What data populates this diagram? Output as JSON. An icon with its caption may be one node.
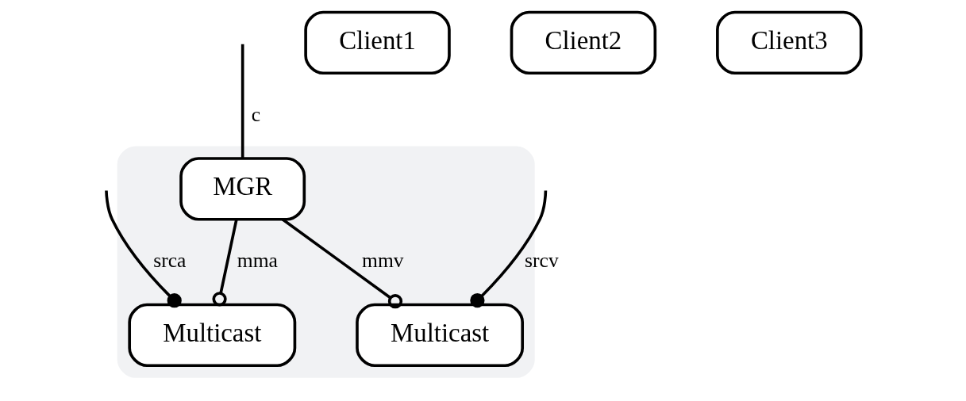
{
  "diagram": {
    "nodes": [
      {
        "text": [],
        "shape": "box"
      },
      {
        "text": [
          "MGR"
        ],
        "in": 0
      },
      {
        "text": [
          "Multicast"
        ],
        "in": 0
      },
      {
        "text": [
          "Multicast"
        ],
        "in": 0
      },
      {
        "text": [
          "Client1"
        ]
      },
      {
        "text": [
          "Client2"
        ]
      },
      {
        "text": [
          "Client3"
        ]
      }
    ],
    "edges": [
      {
        "from": null,
        "to": 1,
        "arrow": "none",
        "label": "c"
      },
      {
        "from": 1,
        "to": 2,
        "arrow": "other",
        "label": "mma"
      },
      {
        "from": null,
        "to": 2,
        "arrow": "other",
        "label": "srca"
      },
      {
        "from": 1,
        "to": 3,
        "arrow": "other",
        "label": "mmv"
      },
      {
        "from": null,
        "to": 3,
        "arrow": "other",
        "label": "srcv"
      }
    ]
  }
}
